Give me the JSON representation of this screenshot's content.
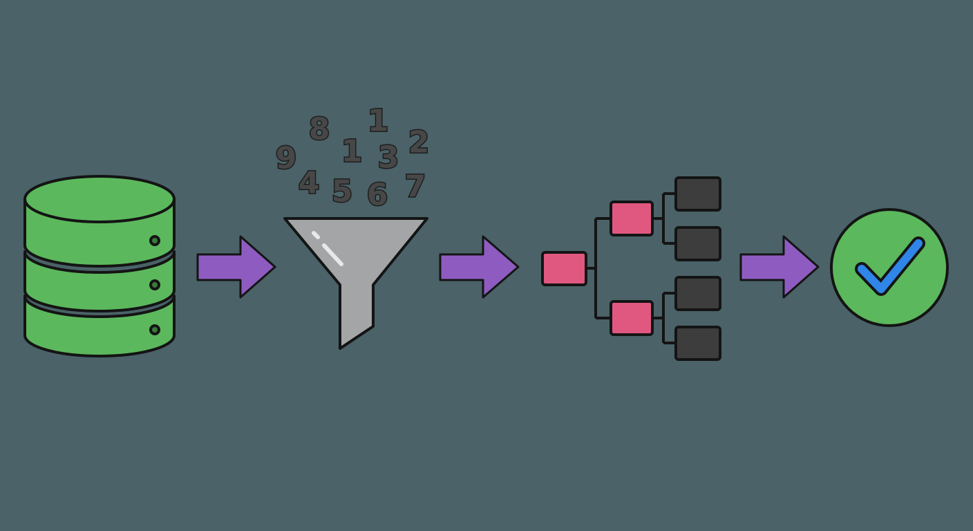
{
  "background_color": "#4a6268",
  "pipeline": {
    "stages": [
      {
        "name": "database",
        "icon": "database-icon",
        "color": "#5cb85c"
      },
      {
        "name": "filter",
        "icon": "funnel-icon",
        "color": "#a3a5a7"
      },
      {
        "name": "tree",
        "icon": "hierarchy-icon",
        "colors": {
          "parent": "#e05880",
          "leaf": "#3d3d3d"
        }
      },
      {
        "name": "success",
        "icon": "checkmark-icon",
        "colors": {
          "circle": "#5cb85c",
          "check": "#2f86e8"
        }
      }
    ],
    "arrow_color": "#8e5cc0",
    "outline_color": "#141414"
  },
  "funnel_numbers": [
    "8",
    "1",
    "2",
    "9",
    "1",
    "3",
    "4",
    "5",
    "6",
    "7"
  ]
}
